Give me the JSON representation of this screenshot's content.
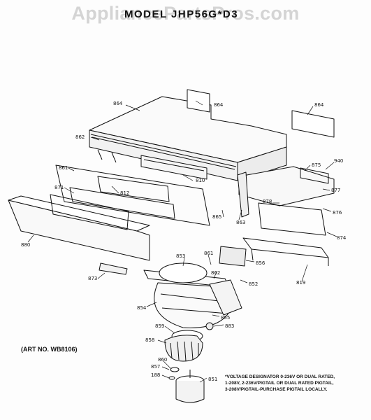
{
  "watermark": "AppliancePartsPros.com",
  "model_title": "MODEL JHP56G*D3",
  "art_number": "(ART NO. WB8106)",
  "voltage_note": [
    "*VOLTAGE DESIGNATOR 0-236V OR DUAL RATED,",
    "1-208V, 2-236V/PIGTAIL OR DUAL RATED PIGTAIL,",
    "3-208V/PIGTAIL-PURCHASE PIGTAIL LOCALLY."
  ],
  "part_labels": {
    "p864a": "864",
    "p864b": "864",
    "p864c": "864",
    "p862": "862",
    "p861": "861",
    "p871": "871",
    "p812": "812",
    "p810": "810",
    "p875": "875",
    "p940": "940",
    "p877": "877",
    "p878": "878",
    "p876": "876",
    "p865": "865",
    "p863": "863",
    "p874": "874",
    "p880": "880",
    "p853": "853",
    "p861b": "861",
    "p862b": "862",
    "p856": "856",
    "p852": "852",
    "p819": "819",
    "p873": "873",
    "p854": "854",
    "p855": "855",
    "p883": "883",
    "p859": "859",
    "p858": "858",
    "p860": "860",
    "p857": "857",
    "p188": "188",
    "p851": "851"
  }
}
